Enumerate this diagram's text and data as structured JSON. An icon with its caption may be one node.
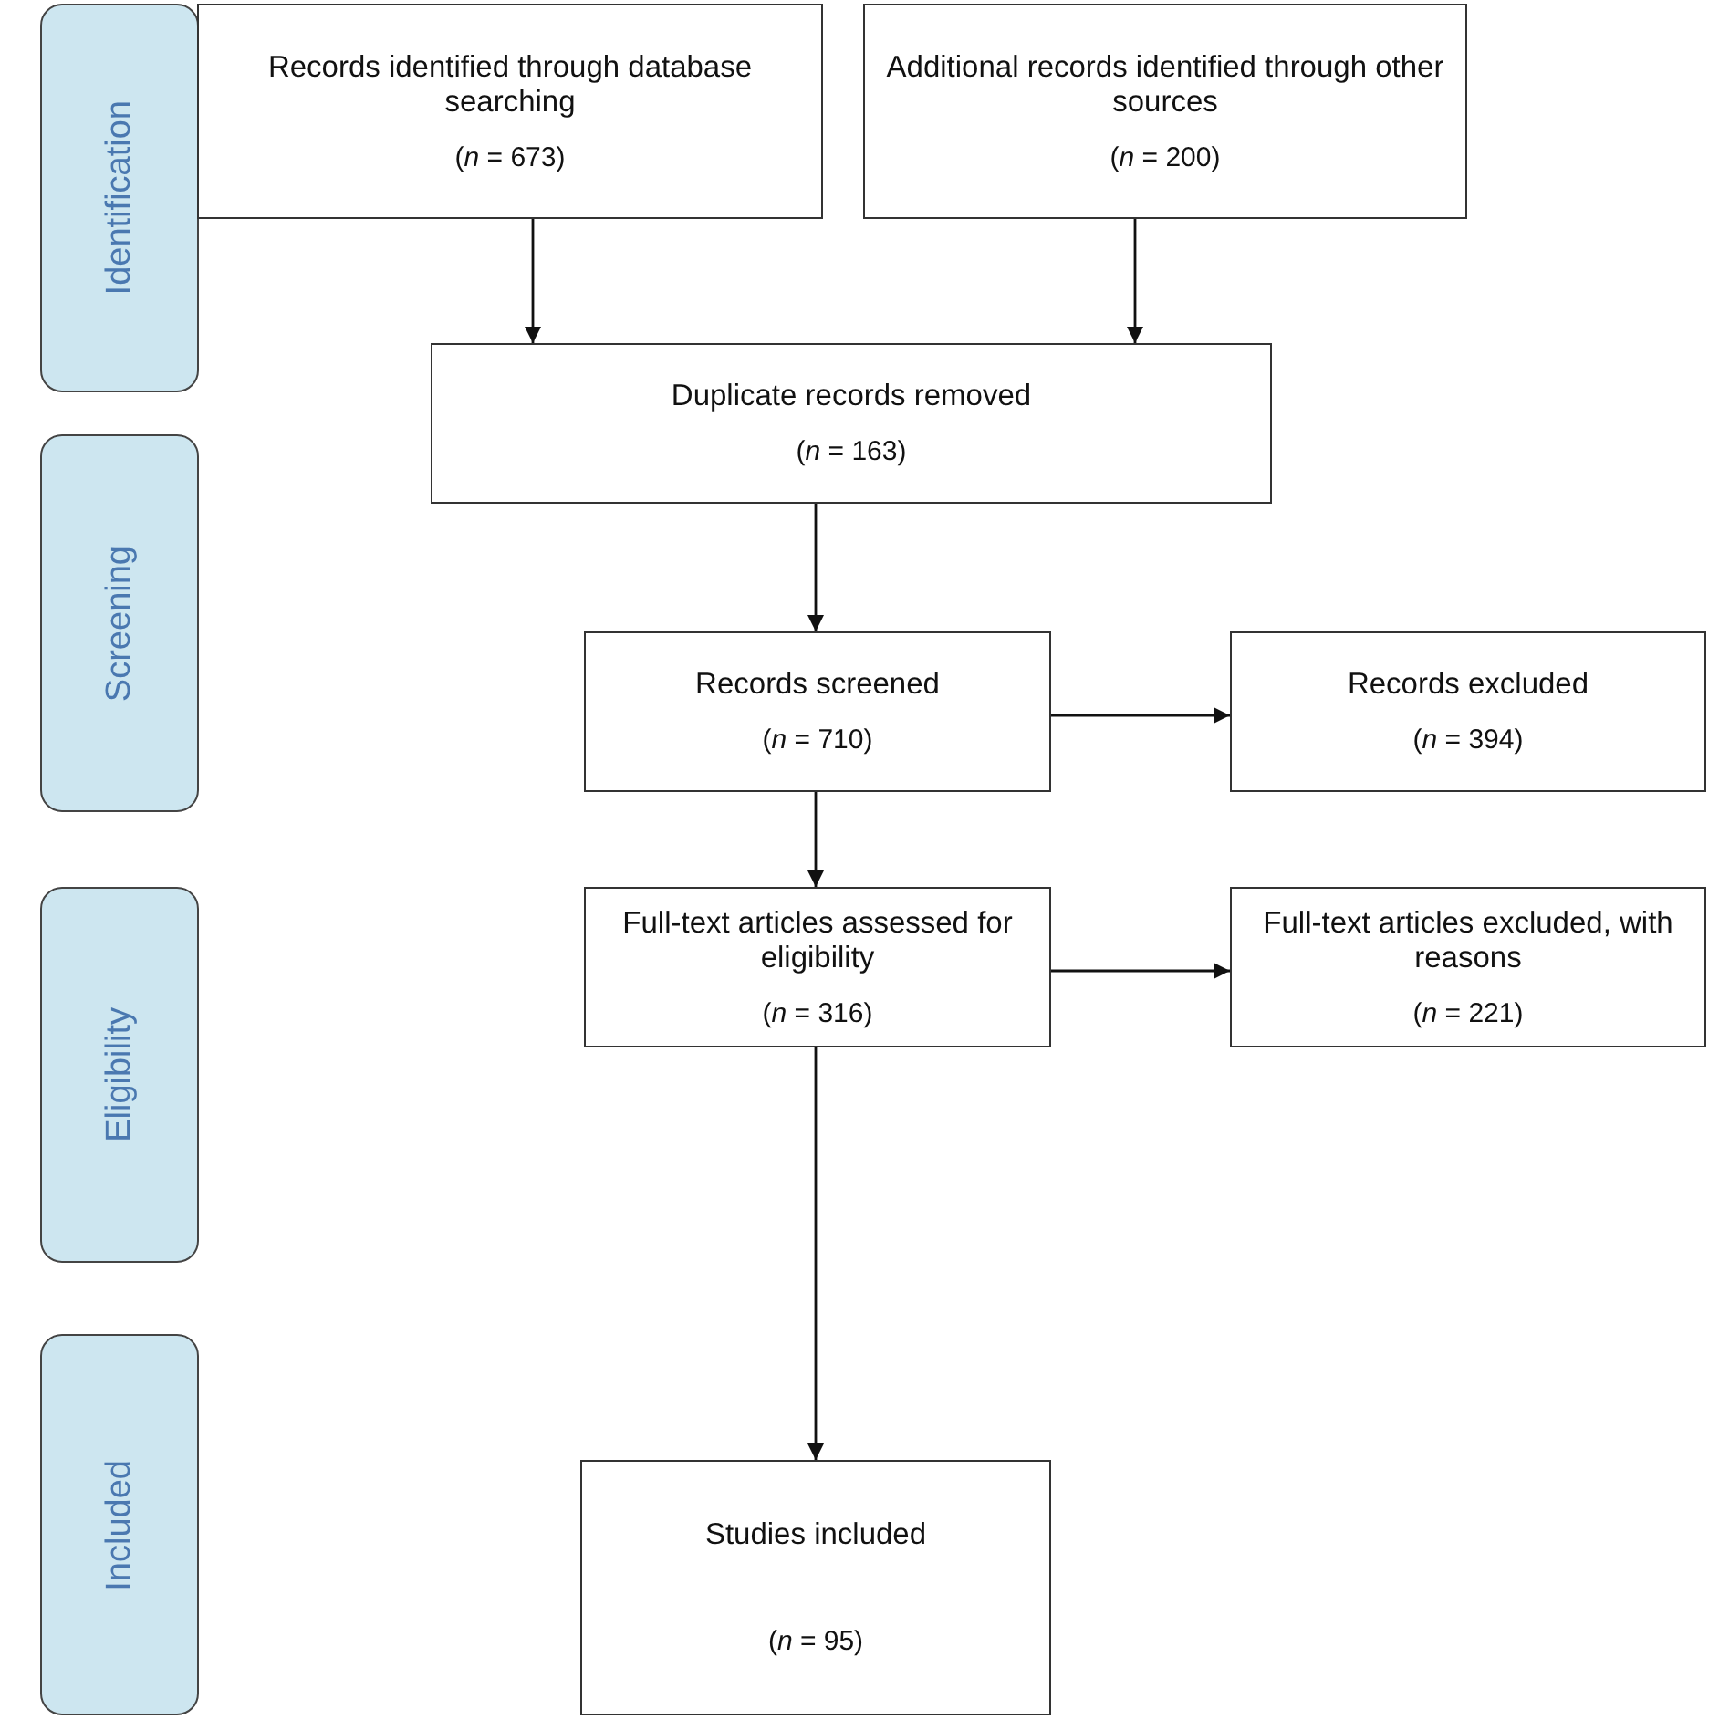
{
  "diagram": {
    "nodes": [
      {
        "text": [
          "Identification"
        ]
      },
      {
        "text": [
          "Records identified through database searching",
          "(*n* = 673)"
        ]
      },
      {
        "text": [
          "Additional records identified through other sources",
          "(*n* = 200)"
        ]
      },
      {
        "text": [
          "Duplicate records removed",
          "(*n* = 163)"
        ]
      },
      {
        "text": [
          "Screening"
        ]
      },
      {
        "text": [
          "Records screened",
          "(*n* = 710)"
        ]
      },
      {
        "text": [
          "Records excluded",
          "(*n* = 394)"
        ]
      },
      {
        "text": [
          "Eligibility"
        ]
      },
      {
        "text": [
          "Full-text articles assessed for eligibility",
          "(*n* = 316)"
        ]
      },
      {
        "text": [
          "Full-text articles excluded, with reasons",
          "(*n* = 221)"
        ]
      },
      {
        "text": [
          "Included"
        ]
      },
      {
        "text": [
          "Studies included",
          "(*n* = 95)"
        ]
      }
    ],
    "edges": [
      {
        "from": 1,
        "to": 3,
        "arrow": "to"
      },
      {
        "from": 2,
        "to": 3,
        "arrow": "to"
      },
      {
        "from": 3,
        "to": 5,
        "arrow": "to"
      },
      {
        "from": 5,
        "to": 6,
        "arrow": "to"
      },
      {
        "from": 5,
        "to": 8,
        "arrow": "to"
      },
      {
        "from": 8,
        "to": 9,
        "arrow": "to"
      },
      {
        "from": 8,
        "to": 11,
        "arrow": "to"
      }
    ]
  }
}
